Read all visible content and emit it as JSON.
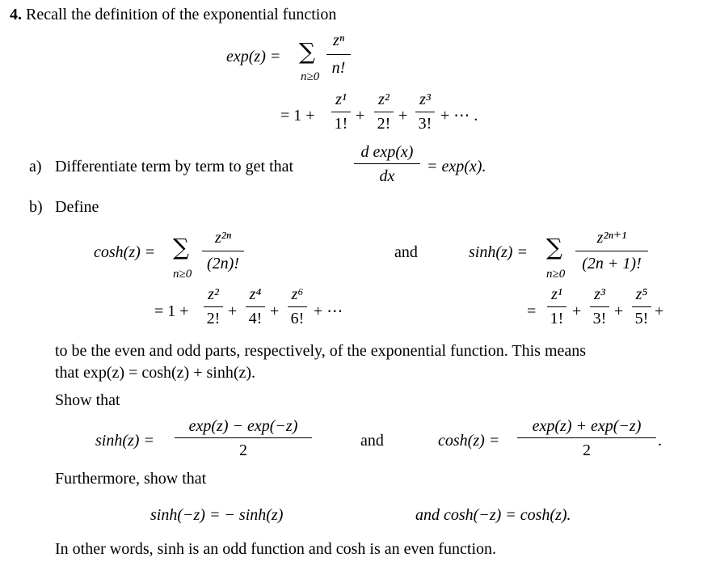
{
  "problem": {
    "number": "4.",
    "intro": "Recall the definition of the exponential function",
    "exp_lhs": "exp(z) = ",
    "exp_line2_lead": "= 1 +",
    "sum_index": "n≥0",
    "exp_frac": {
      "num": "zⁿ",
      "den": "n!"
    },
    "exp_terms": [
      {
        "num": "z¹",
        "den": "1!"
      },
      {
        "num": "z²",
        "den": "2!"
      },
      {
        "num": "z³",
        "den": "3!"
      }
    ],
    "exp_tail": "+ ⋯ ."
  },
  "part_a": {
    "label": "a)",
    "text": "Differentiate term by term to get that",
    "deriv_num": "d exp(x)",
    "deriv_den": "dx",
    "rhs": "= exp(x)."
  },
  "part_b": {
    "label": "b)",
    "define": "Define",
    "cosh_lhs": "cosh(z) =",
    "cosh_frac": {
      "num": "z²ⁿ",
      "den": "(2n)!"
    },
    "cosh_lead": "= 1 +",
    "cosh_terms": [
      {
        "num": "z²",
        "den": "2!"
      },
      {
        "num": "z⁴",
        "den": "4!"
      },
      {
        "num": "z⁶",
        "den": "6!"
      }
    ],
    "cosh_tail": "+ ⋯",
    "and": "and",
    "sinh_lhs": "sinh(z) =",
    "sinh_frac": {
      "num": "z²ⁿ⁺¹",
      "den": "(2n + 1)!"
    },
    "sinh_lead": "=",
    "sinh_terms": [
      {
        "num": "z¹",
        "den": "1!"
      },
      {
        "num": "z³",
        "den": "3!"
      },
      {
        "num": "z⁵",
        "den": "5!"
      }
    ],
    "sinh_tail": "+",
    "parts_line1": "to be the even and odd parts, respectively, of the exponential function. This means",
    "parts_line2": "that exp(z) = cosh(z) + sinh(z).",
    "show_that": "Show that",
    "sinh_def_lhs": "sinh(z) =",
    "sinh_def": {
      "num": "exp(z) − exp(−z)",
      "den": "2"
    },
    "cosh_def_lhs": "cosh(z) =",
    "cosh_def": {
      "num": "exp(z) + exp(−z)",
      "den": "2"
    },
    "cosh_def_tail": ".",
    "furthermore": "Furthermore, show that",
    "sinh_odd": "sinh(−z) = − sinh(z)",
    "cosh_even": "and  cosh(−z) = cosh(z).",
    "conclusion": "In other words, sinh is an odd function and cosh is an even function."
  }
}
